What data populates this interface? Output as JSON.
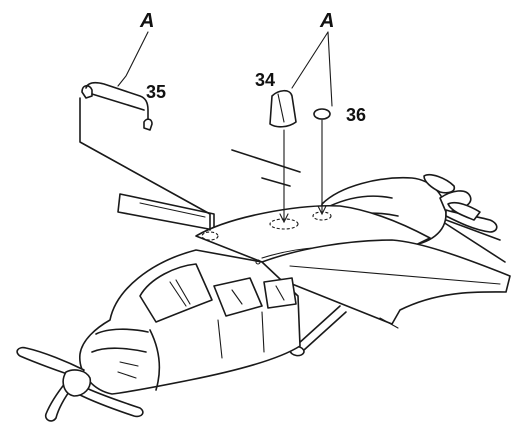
{
  "callouts": {
    "a_left": "A",
    "a_right": "A",
    "part_34": "34",
    "part_35": "35",
    "part_36": "36"
  }
}
